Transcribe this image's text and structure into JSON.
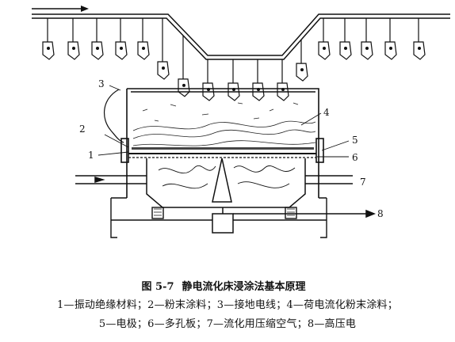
{
  "labels": {
    "n1": "1",
    "n2": "2",
    "n3": "3",
    "n4": "4",
    "n5": "5",
    "n6": "6",
    "n7": "7",
    "n8": "8"
  },
  "caption": {
    "figure_number": "图 5-7",
    "title": "静电流化床浸涂法基本原理",
    "legend_line1": "1—振动绝缘材料；2—粉末涂料；3—接地电线；4—荷电流化粉末涂料；",
    "legend_line2": "5—电极；6—多孔板；7—流化用压缩空气；8—高压电"
  }
}
